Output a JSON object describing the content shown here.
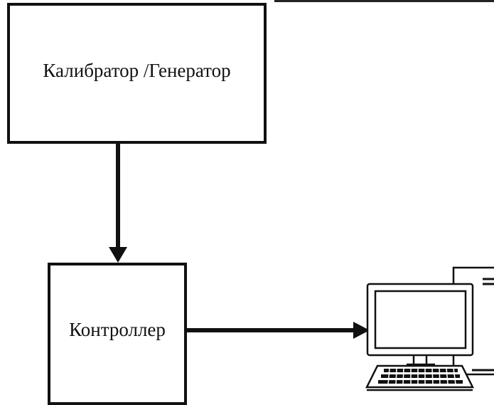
{
  "diagram": {
    "nodes": [
      {
        "id": "calibrator",
        "label": "Калибратор /Генератор"
      },
      {
        "id": "controller",
        "label": "Контроллер"
      },
      {
        "id": "computer",
        "icon": "desktop-computer-icon"
      }
    ],
    "edges": [
      {
        "from": "calibrator",
        "to": "controller"
      },
      {
        "from": "controller",
        "to": "computer"
      }
    ]
  }
}
